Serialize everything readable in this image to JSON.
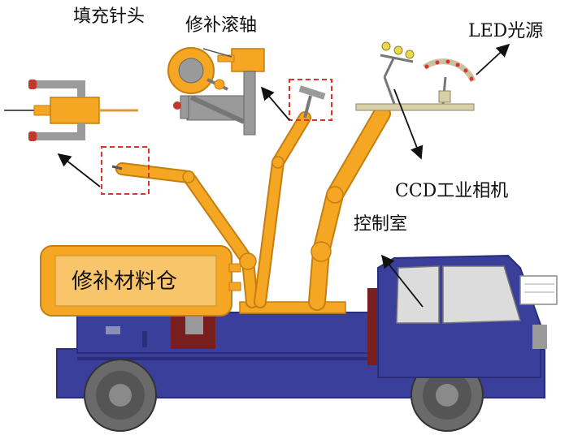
{
  "labels": {
    "filling_needle": "填充针头",
    "repair_roller": "修补滚轴",
    "led_light": "LED光源",
    "ccd_camera": "CCD工业相机",
    "control_room": "控制室",
    "material_bin": "修补材料仓"
  },
  "colors": {
    "orange": "#f5a623",
    "orange_light": "#f8c56a",
    "truck_blue": "#3a3f9c",
    "truck_blue_dark": "#2a2e7a",
    "gray": "#9a9a9a",
    "dashed_box": "#e0322f",
    "window": "#dcdcdc",
    "dark_red": "#7a1f1f"
  }
}
